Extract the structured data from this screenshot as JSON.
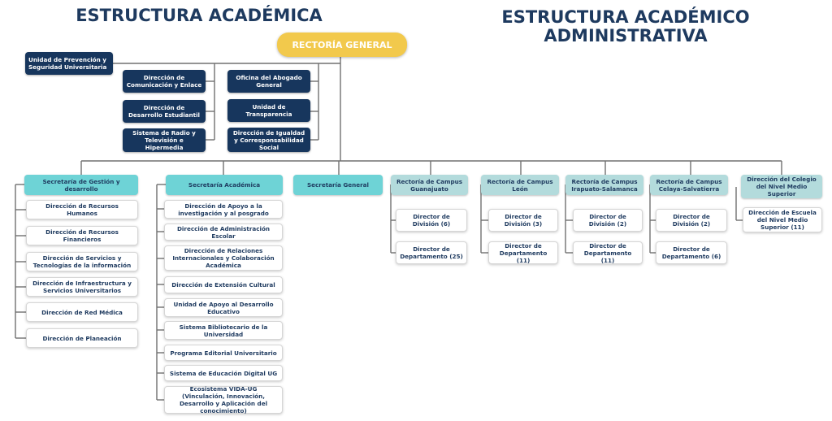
{
  "titles": {
    "left": "ESTRUCTURA ACADÉMICA",
    "right_line1": "ESTRUCTURA ACADÉMICO",
    "right_line2": "ADMINISTRATIVA"
  },
  "rectoria": "RECTORÍA GENERAL",
  "staff": {
    "prevencion": "Unidad de Prevención y Seguridad Universitaria",
    "comunicacion": "Dirección de Comunicación y Enlace",
    "desarrollo_estudiantil": "Dirección de Desarrollo Estudiantil",
    "radio_tv": "Sistema de Radio y Televisión e Hipermedia",
    "abogado": "Oficina del Abogado General",
    "transparencia": "Unidad de Transparencia",
    "igualdad": "Dirección de Igualdad y Corresponsabilidad Social"
  },
  "secretaria_gestion": {
    "label": "Secretaría de Gestión y desarrollo",
    "items": [
      "Dirección de Recursos Humanos",
      "Dirección de Recursos Financieros",
      "Dirección de Servicios y Tecnologías de la información",
      "Dirección de Infraestructura y Servicios Universitarios",
      "Dirección de Red Médica",
      "Dirección de Planeación"
    ]
  },
  "secretaria_academica": {
    "label": "Secretaría Académica",
    "items": [
      "Dirección de Apoyo a la investigación y al posgrado",
      "Dirección de Administración Escolar",
      "Dirección de Relaciones Internacionales y Colaboración Académica",
      "Dirección de Extensión Cultural",
      "Unidad de Apoyo al Desarrollo Educativo",
      "Sistema Bibliotecario de la Universidad",
      "Programa Editorial Universitario",
      "Sistema de Educación Digital UG",
      "Ecosistema VIDA-UG (Vinculación, Innovación, Desarrollo y Aplicación del conocimiento)"
    ]
  },
  "secretaria_general": "Secretaría General",
  "campus": [
    {
      "label": "Rectoría de Campus Guanajuato",
      "division": "Director de División (6)",
      "departamento": "Director de Departamento (25)"
    },
    {
      "label": "Rectoría de Campus León",
      "division": "Director de División (3)",
      "departamento": "Director de Departamento (11)"
    },
    {
      "label": "Rectoría de Campus Irapuato-Salamanca",
      "division": "Director de División (2)",
      "departamento": "Director de Departamento (11)"
    },
    {
      "label": "Rectoría de Campus Celaya-Salvatierra",
      "division": "Director de División (2)",
      "departamento": "Director de Departamento (6)"
    }
  ],
  "colegio": {
    "label": "Dirección del Colegio del Nivel Medio Superior",
    "item": "Dirección de Escuela del Nivel Medio Superior (11)"
  }
}
